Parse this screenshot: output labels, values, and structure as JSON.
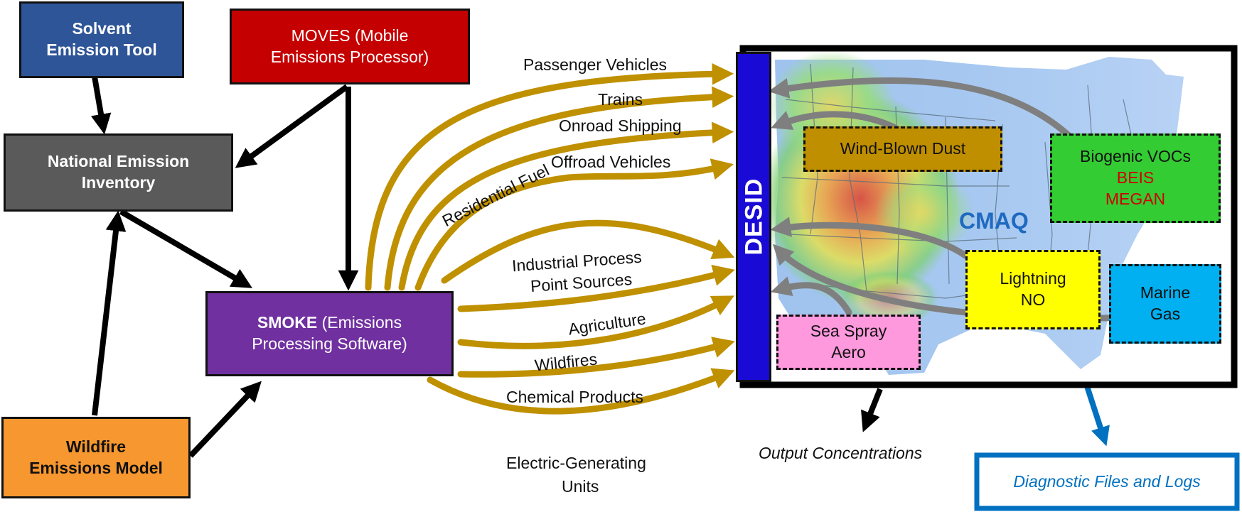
{
  "colors": {
    "solvent": "#2e5597",
    "moves": "#c50000",
    "nei": "#5a5a5a",
    "smoke": "#7030a0",
    "wildfire_model": "#f7972f",
    "desid": "#1a0ad6",
    "dust": "#bf8f00",
    "biogenic": "#33cc33",
    "lightning": "#ffff00",
    "marine": "#00b0f0",
    "sea_spray": "#ff99dd",
    "flow_arrows": "#bf9000",
    "cmaq_arrows": "#7f7f7f",
    "diagnostic": "#0070c0"
  },
  "boxes": {
    "solvent": {
      "line1": "Solvent",
      "line2": "Emission Tool"
    },
    "moves": {
      "line1": "MOVES (Mobile",
      "line2": "Emissions Processor)"
    },
    "nei": {
      "line1": "National Emission",
      "line2": "Inventory"
    },
    "smoke": {
      "bold": "SMOKE",
      "rest": " (Emissions",
      "line2": "Processing Software)"
    },
    "wildfire": {
      "line1": "Wildfire",
      "line2": "Emissions Model"
    }
  },
  "sectors": [
    "Passenger Vehicles",
    "Trains",
    "Onroad Shipping",
    "Offroad Vehicles",
    "Residential Fuel",
    "Industrial Process",
    "Point Sources",
    "Agriculture",
    "Wildfires",
    "Chemical Products",
    "Electric-Generating",
    "Units"
  ],
  "desid": "DESID",
  "cmaq": "CMAQ",
  "natural_sources": {
    "dust": "Wind-Blown Dust",
    "biogenic": {
      "line1": "Biogenic VOCs",
      "line2": "BEIS",
      "line3": "MEGAN"
    },
    "lightning": {
      "line1": "Lightning",
      "line2": "NO"
    },
    "marine": {
      "line1": "Marine",
      "line2": "Gas"
    },
    "sea_spray": {
      "line1": "Sea Spray",
      "line2": "Aero"
    }
  },
  "outputs": {
    "concentrations": "Output Concentrations",
    "diagnostics": "Diagnostic Files and Logs"
  }
}
